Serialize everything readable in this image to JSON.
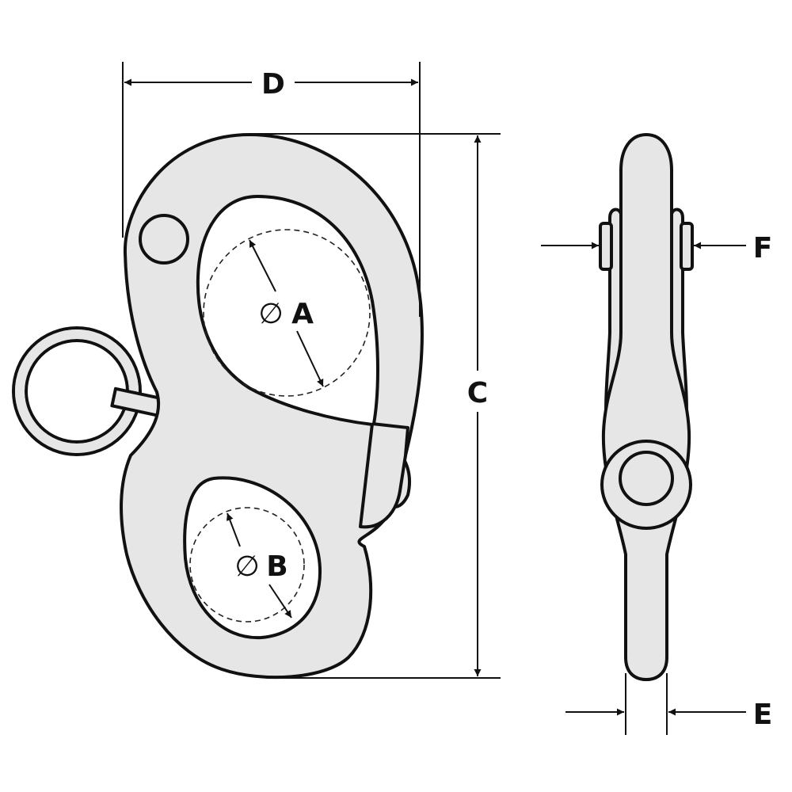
{
  "dimensions": {
    "A": {
      "letter": "A",
      "symbol": "∅"
    },
    "B": {
      "letter": "B",
      "symbol": "∅"
    },
    "C": {
      "letter": "C"
    },
    "D": {
      "letter": "D"
    },
    "E": {
      "letter": "E"
    },
    "F": {
      "letter": "F"
    }
  },
  "colors": {
    "fill": "#e6e6e6",
    "outline": "#111111",
    "background": "#ffffff"
  }
}
